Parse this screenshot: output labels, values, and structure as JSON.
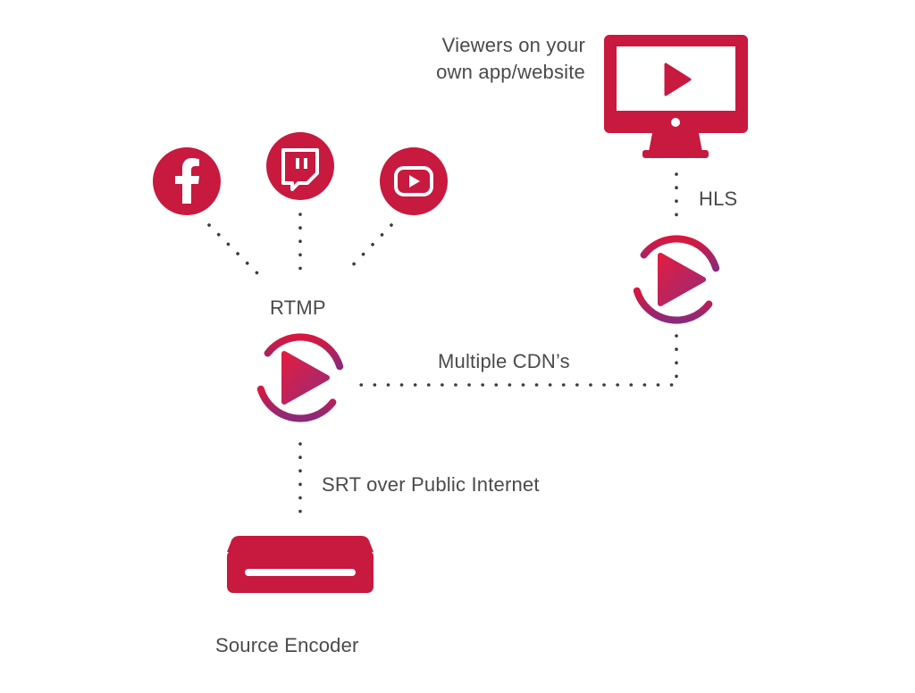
{
  "labels": {
    "viewers_line1": "Viewers on your",
    "viewers_line2": "own app/website",
    "hls": "HLS",
    "rtmp": "RTMP",
    "multiple_cdns": "Multiple CDN’s",
    "srt": "SRT over Public Internet",
    "source_encoder": "Source Encoder"
  },
  "icons": {
    "facebook": "facebook-icon",
    "twitch": "twitch-icon",
    "youtube": "youtube-icon",
    "monitor": "monitor-play-icon",
    "gateway": "stream-gateway-play-icon",
    "encoder": "encoder-box-icon"
  },
  "colors": {
    "brand": "#c8193f",
    "gradient_end": "#7b2a76",
    "text": "#4a4a4a",
    "dots": "#3c3c3c"
  }
}
